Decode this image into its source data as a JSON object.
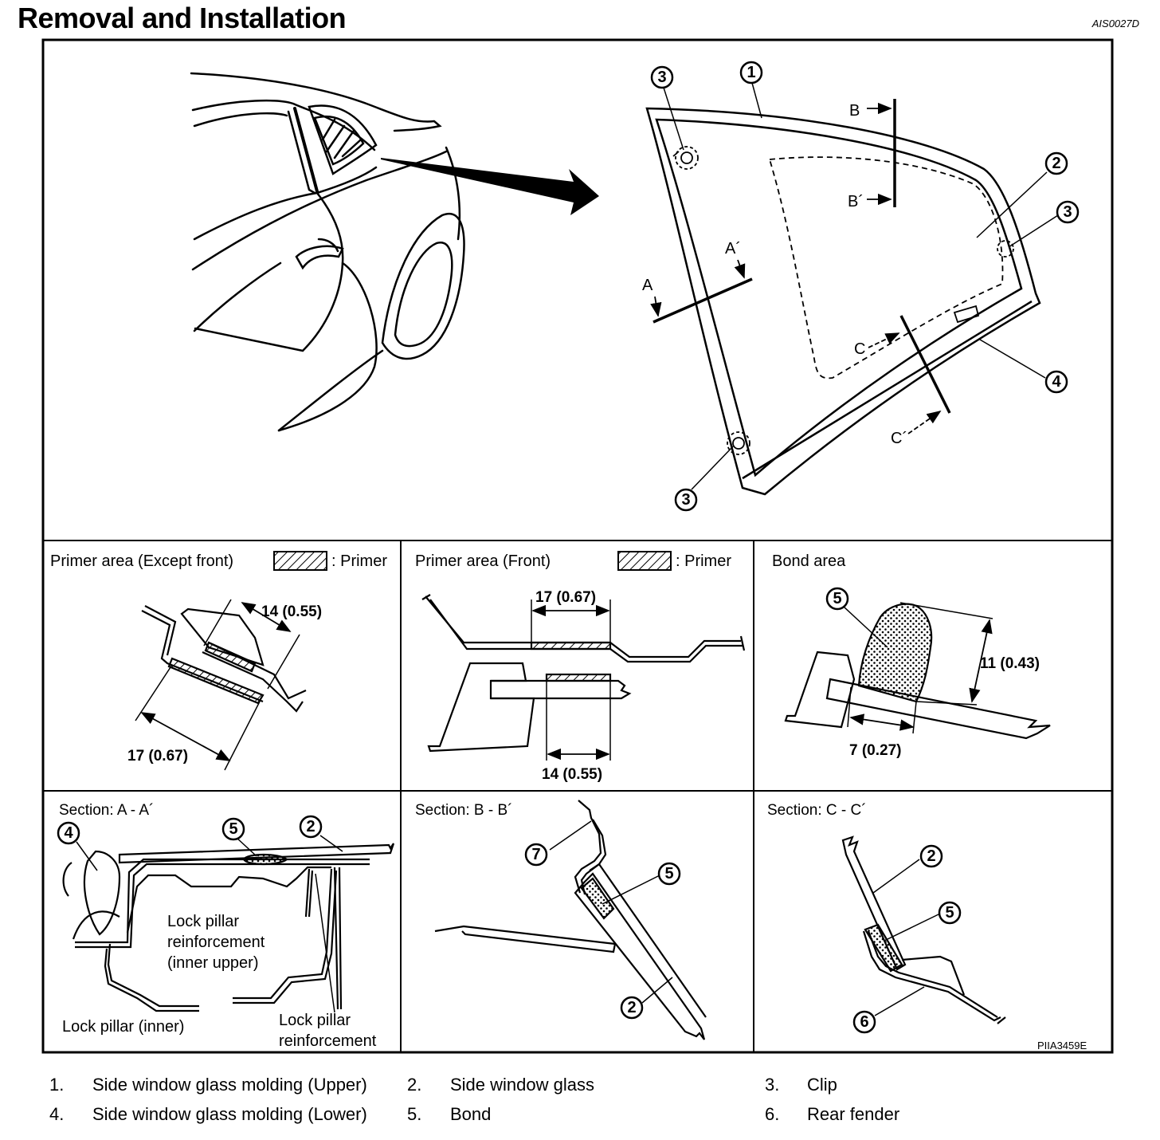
{
  "header": {
    "title": "Removal and Installation",
    "code": "AIS0027D"
  },
  "overview": {
    "callouts": [
      "1",
      "2",
      "3",
      "4"
    ],
    "section_markers": [
      "A",
      "A´",
      "B",
      "B´",
      "C",
      "C´"
    ]
  },
  "panels": {
    "primer_except_front": {
      "title": "Primer area (Except front)",
      "legend": ": Primer",
      "dim_upper": "14 (0.55)",
      "dim_lower": "17 (0.67)"
    },
    "primer_front": {
      "title": "Primer area (Front)",
      "legend": ": Primer",
      "dim_upper": "17 (0.67)",
      "dim_lower": "14 (0.55)"
    },
    "bond_area": {
      "title": "Bond area",
      "dim_height": "11 (0.43)",
      "dim_width": "7 (0.27)",
      "callout": "5"
    },
    "section_a": {
      "title": "Section: A - A´",
      "callouts": [
        "4",
        "5",
        "2"
      ],
      "label_reinf_upper": [
        "Lock pillar",
        "reinforcement",
        "(inner upper)"
      ],
      "label_inner": "Lock pillar (inner)",
      "label_reinf": [
        "Lock pillar",
        "reinforcement"
      ]
    },
    "section_b": {
      "title": "Section: B - B´",
      "callouts": [
        "7",
        "5",
        "2"
      ]
    },
    "section_c": {
      "title": "Section: C - C´",
      "callouts": [
        "2",
        "5",
        "6"
      ],
      "figure_code": "PIIA3459E"
    }
  },
  "legend": [
    {
      "num": "1.",
      "text": "Side window glass molding (Upper)"
    },
    {
      "num": "2.",
      "text": "Side window glass"
    },
    {
      "num": "3.",
      "text": "Clip"
    },
    {
      "num": "4.",
      "text": "Side window glass molding (Lower)"
    },
    {
      "num": "5.",
      "text": "Bond"
    },
    {
      "num": "6.",
      "text": "Rear fender"
    }
  ],
  "colors": {
    "ink": "#000000",
    "background": "#ffffff"
  }
}
